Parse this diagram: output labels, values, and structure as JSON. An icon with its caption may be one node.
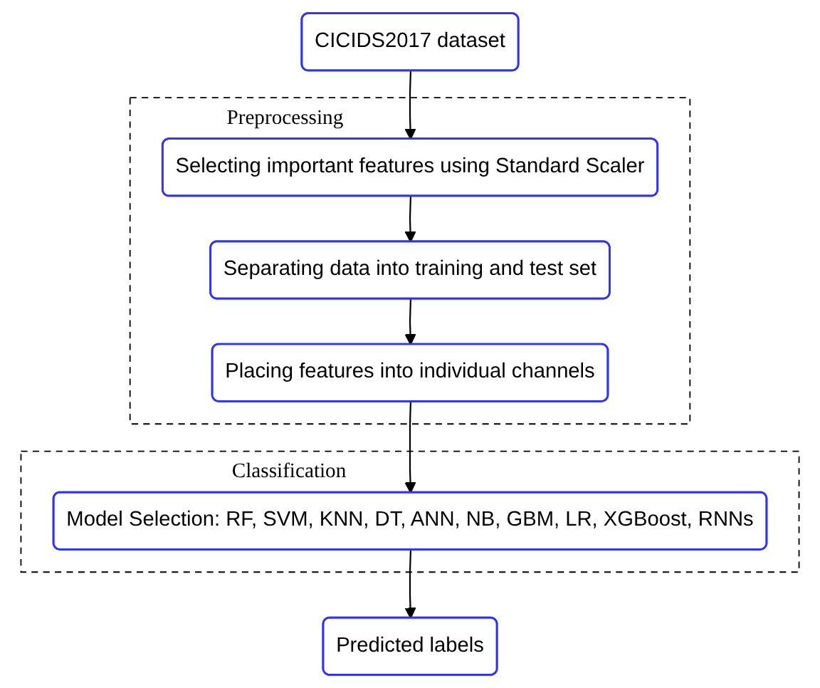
{
  "diagram": {
    "nodes": [
      {
        "text": [
          "CICIDS2017 dataset"
        ]
      },
      {
        "text": [
          "Preprocessing"
        ]
      },
      {
        "text": [
          "Selecting important features using Standard Scaler"
        ],
        "in": 1
      },
      {
        "text": [
          "Separating data into training and test set"
        ],
        "in": 1
      },
      {
        "text": [
          "Placing features into individual channels"
        ],
        "in": 1
      },
      {
        "text": [
          "Classification"
        ]
      },
      {
        "text": [
          "Model Selection: RF, SVM, KNN, DT, ANN, NB, GBM, LR, XGBoost, RNNs"
        ],
        "in": 5
      },
      {
        "text": [
          "Predicted labels"
        ]
      }
    ],
    "edges": [
      {
        "from": 0,
        "to": 2,
        "arrow": "to"
      },
      {
        "from": 2,
        "to": 3,
        "arrow": "to"
      },
      {
        "from": 3,
        "to": 4,
        "arrow": "to"
      },
      {
        "from": 4,
        "to": 6,
        "arrow": "to"
      },
      {
        "from": 6,
        "to": 7,
        "arrow": "to"
      }
    ]
  }
}
